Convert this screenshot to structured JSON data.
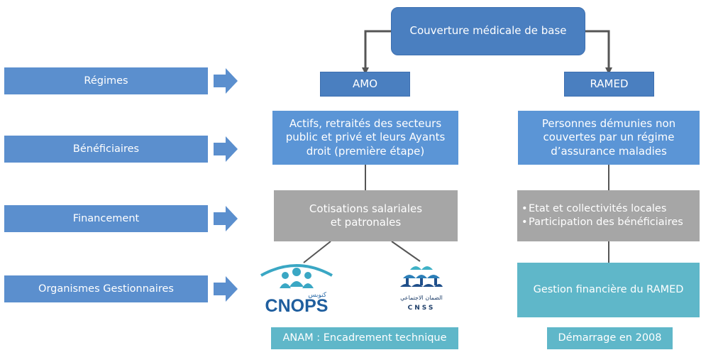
{
  "colors": {
    "dark_blue": "#4a7fc0",
    "mid_blue": "#5b95d6",
    "label_blue": "#5b8fce",
    "gray": "#a6a6a6",
    "teal": "#5fb7c9",
    "connector": "#555555"
  },
  "top": {
    "label": "Couverture médicale de base"
  },
  "rows": [
    {
      "label": "Régimes"
    },
    {
      "label": "Bénéficiaires"
    },
    {
      "label": "Financement"
    },
    {
      "label": "Organismes Gestionnaires"
    }
  ],
  "amo": {
    "regime": "AMO",
    "beneficiaires": [
      "Actifs, retraités des secteurs",
      "public et privé et leurs Ayants",
      "droit (première étape)"
    ],
    "financement": [
      "Cotisations salariales",
      "et patronales"
    ],
    "logos": [
      {
        "name": "cnops-logo",
        "text": "CNOPS",
        "subtext": "كنوبس"
      },
      {
        "name": "cnss-logo",
        "text": "CNSS",
        "subtext": "الضمان الاجتماعي"
      }
    ],
    "footer": "ANAM : Encadrement technique"
  },
  "ramed": {
    "regime": "RAMED",
    "beneficiaires": [
      "Personnes démunies non",
      "couvertes par un régime",
      "d’assurance maladies"
    ],
    "financement": [
      "Etat et collectivités locales",
      "Participation des bénéficiaires"
    ],
    "gestion": "Gestion financière du RAMED",
    "footer": "Démarrage en 2008"
  }
}
